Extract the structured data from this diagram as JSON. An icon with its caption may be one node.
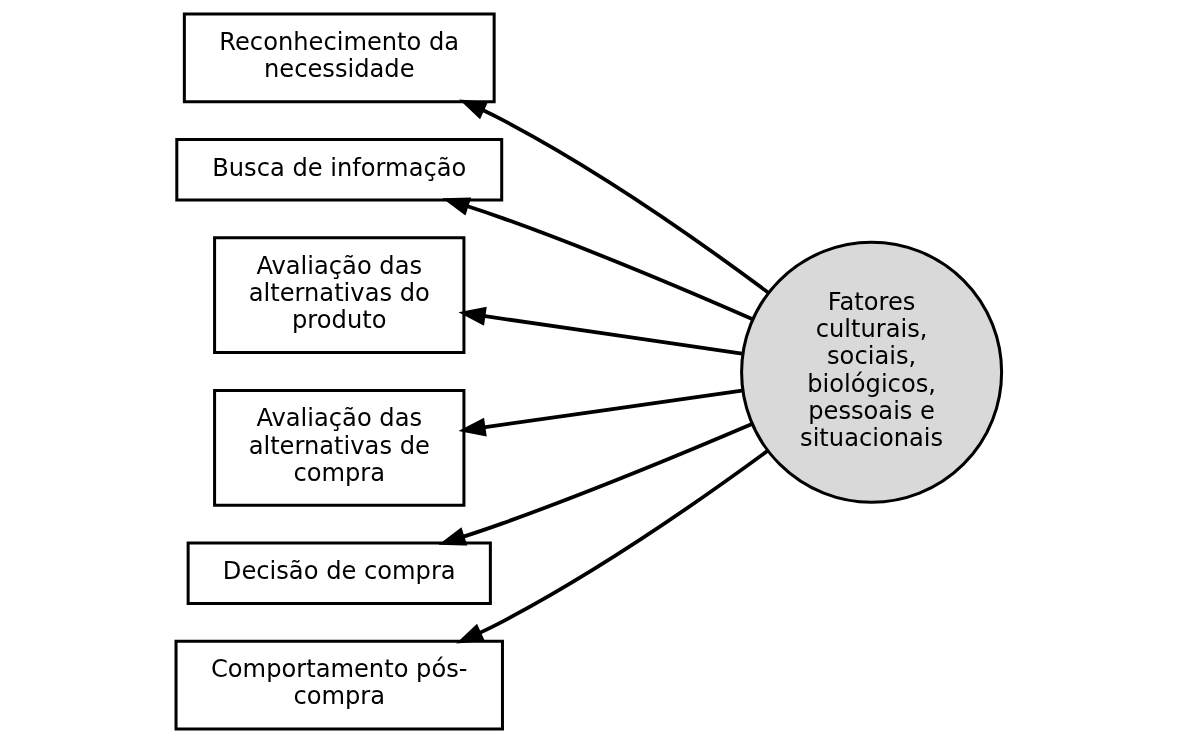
{
  "diagram": {
    "nodes": [
      {
        "text": [
          "Reconhecimento da necessidade"
        ]
      },
      {
        "text": [
          "Busca de informação"
        ]
      },
      {
        "text": [
          "Avaliação das alternativas do produto"
        ]
      },
      {
        "text": [
          "Avaliação das alternativas de compra"
        ]
      },
      {
        "text": [
          "Decisão de compra"
        ]
      },
      {
        "text": [
          "Comportamento pós-compra"
        ]
      },
      {
        "text": [
          "Fatores culturais, sociais, biológicos, pessoais e situacionais"
        ]
      }
    ],
    "edges": [
      {
        "from": 6,
        "to": 0,
        "arrow": "to"
      },
      {
        "from": 6,
        "to": 1,
        "arrow": "to"
      },
      {
        "from": 6,
        "to": 2,
        "arrow": "to"
      },
      {
        "from": 6,
        "to": 3,
        "arrow": "to"
      },
      {
        "from": 6,
        "to": 4,
        "arrow": "to"
      },
      {
        "from": 6,
        "to": 5,
        "arrow": "to"
      }
    ]
  }
}
